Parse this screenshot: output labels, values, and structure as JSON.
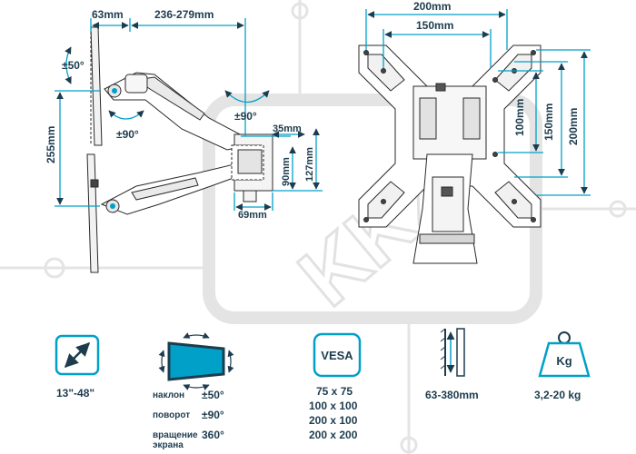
{
  "colors": {
    "accent": "#00a0c8",
    "ink": "#1d3c4e",
    "line": "#2a2a2a",
    "watermark": "#e2e2e2"
  },
  "watermark": {
    "text": "KKZ"
  },
  "dimensions": {
    "side_offset": "63mm",
    "side_reach": "236-279mm",
    "tilt": "±50°",
    "rotate_left": "±90°",
    "rotate_right": "±90°",
    "height": "255mm",
    "clamp_top": "35mm",
    "clamp_height": "90mm",
    "clamp_total": "127mm",
    "clamp_width": "69mm",
    "vesa_outer_w": "200mm",
    "vesa_inner_w": "150mm",
    "vesa_100": "100mm",
    "vesa_150": "150mm",
    "vesa_200": "200mm"
  },
  "features": {
    "screen_size": {
      "icon": "diagonal-arrow-icon",
      "value": "13\"-48\""
    },
    "motion": {
      "icon": "tilted-screen-icon",
      "rows": [
        {
          "label": "наклон",
          "value": "±50°"
        },
        {
          "label": "поворот",
          "value": "±90°"
        },
        {
          "label": "вращение экрана",
          "value": "360°"
        }
      ]
    },
    "vesa": {
      "icon": "vesa-badge-icon",
      "badge": "VESA",
      "sizes": [
        "75 x 75",
        "100 x 100",
        "200 x 100",
        "200 x 200"
      ]
    },
    "distance": {
      "icon": "wall-distance-icon",
      "value": "63-380mm"
    },
    "load": {
      "icon": "weight-icon",
      "badge": "Kg",
      "value": "3,2-20 kg"
    }
  }
}
